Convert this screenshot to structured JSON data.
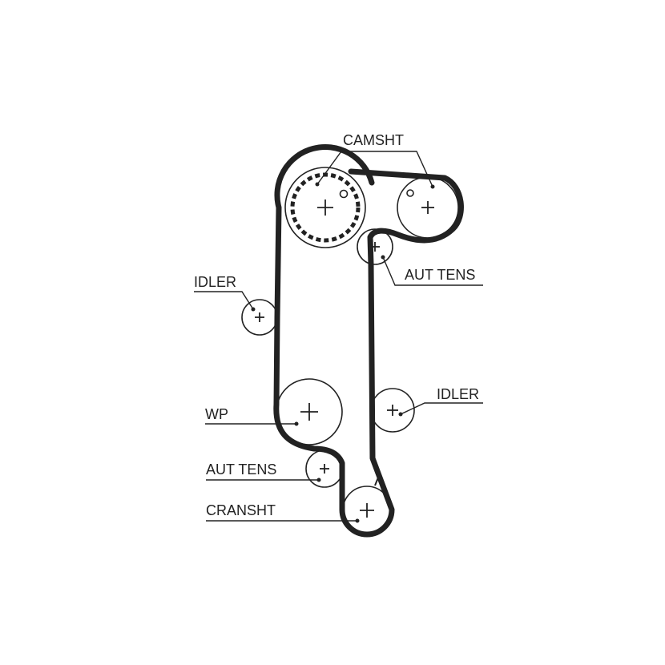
{
  "labels": {
    "camshaft": "CAMSHT",
    "aut_tens_top": "AUT TENS",
    "idler_left": "IDLER",
    "idler_right": "IDLER",
    "water_pump": "WP",
    "aut_tens_bottom": "AUT TENS",
    "crankshaft": "CRANSHT"
  }
}
